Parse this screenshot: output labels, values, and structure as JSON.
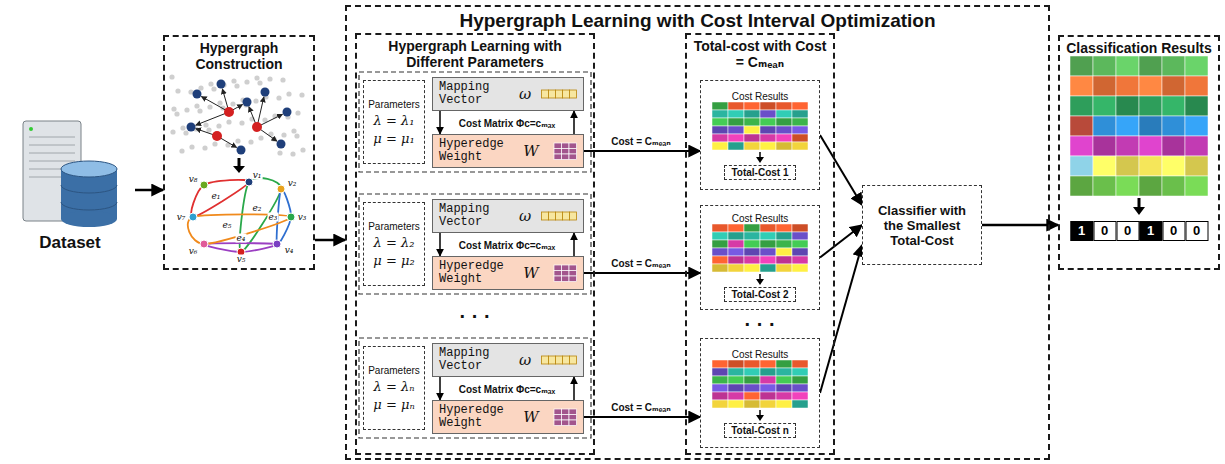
{
  "diagram": {
    "nodes": [
      {
        "text": [
          "Dataset"
        ]
      },
      {
        "text": [
          "Hypergraph Construction"
        ]
      },
      {
        "text": [
          "Hypergraph Learning with Cost Interval Optimization"
        ]
      },
      {
        "text": [
          "Hypergraph Learning with Different Parameters"
        ],
        "in": 2
      },
      {
        "text": [
          "Parameters",
          "λ = λ₁",
          "μ = μ₁"
        ],
        "in": 3
      },
      {
        "text": [
          "Mapping Vector",
          "ω"
        ],
        "in": 3
      },
      {
        "text": [
          "Hyperedge Weight",
          "W"
        ],
        "in": 3
      },
      {
        "text": [
          "Parameters",
          "λ = λ₂",
          "μ = μ₂"
        ],
        "in": 3
      },
      {
        "text": [
          "Mapping Vector",
          "ω"
        ],
        "in": 3
      },
      {
        "text": [
          "Hyperedge Weight",
          "W"
        ],
        "in": 3
      },
      {
        "text": [
          "Parameters",
          "λ = λₙ",
          "μ = μₙ"
        ],
        "in": 3
      },
      {
        "text": [
          "Mapping Vector",
          "ω"
        ],
        "in": 3
      },
      {
        "text": [
          "Hyperedge Weight",
          "W"
        ],
        "in": 3
      },
      {
        "text": [
          "Total-cost with Cost = Cₘₑₐₙ"
        ],
        "in": 2
      },
      {
        "text": [
          "Cost Results",
          "Total-Cost 1"
        ],
        "in": 13
      },
      {
        "text": [
          "Cost Results",
          "Total-Cost 2"
        ],
        "in": 13
      },
      {
        "text": [
          "Cost Results",
          "Total-Cost n"
        ],
        "in": 13
      },
      {
        "text": [
          "Classifier with the Smallest Total-Cost"
        ],
        "in": 2
      },
      {
        "text": [
          "Classification Results"
        ]
      }
    ],
    "edges": [
      {
        "from": 0,
        "to": 1,
        "arrow": "to"
      },
      {
        "from": 1,
        "to": 2,
        "arrow": "to"
      },
      {
        "from": 5,
        "to": 6,
        "arrow": "to",
        "label": "Cost Matrix Φc=cₘₐₓ"
      },
      {
        "from": 6,
        "to": 5,
        "arrow": "to"
      },
      {
        "from": 8,
        "to": 9,
        "arrow": "to",
        "label": "Cost Matrix Φc=cₘₐₓ"
      },
      {
        "from": 9,
        "to": 8,
        "arrow": "to"
      },
      {
        "from": 11,
        "to": 12,
        "arrow": "to",
        "label": "Cost Matrix Φc=cₘₐₓ"
      },
      {
        "from": 12,
        "to": 11,
        "arrow": "to"
      },
      {
        "from": 6,
        "to": 14,
        "arrow": "to",
        "label": "Cost = Cₘₑₐₙ"
      },
      {
        "from": 9,
        "to": 15,
        "arrow": "to",
        "label": "Cost = Cₘₑₐₙ"
      },
      {
        "from": 12,
        "to": 16,
        "arrow": "to",
        "label": "Cost = Cₘₑₐₙ"
      },
      {
        "from": 14,
        "to": 17,
        "arrow": "to"
      },
      {
        "from": 15,
        "to": 17,
        "arrow": "to"
      },
      {
        "from": 16,
        "to": 17,
        "arrow": "to"
      },
      {
        "from": 17,
        "to": 18,
        "arrow": "to"
      }
    ],
    "labels": [
      "· · ·",
      "· · ·",
      "v₁",
      "v₂",
      "v₃",
      "v₄",
      "v₅",
      "v₆",
      "v₇",
      "v₈",
      "e₁",
      "e₂",
      "e₃",
      "e₄",
      "e₅",
      "1",
      "0",
      "0",
      "1",
      "0",
      "0"
    ]
  }
}
